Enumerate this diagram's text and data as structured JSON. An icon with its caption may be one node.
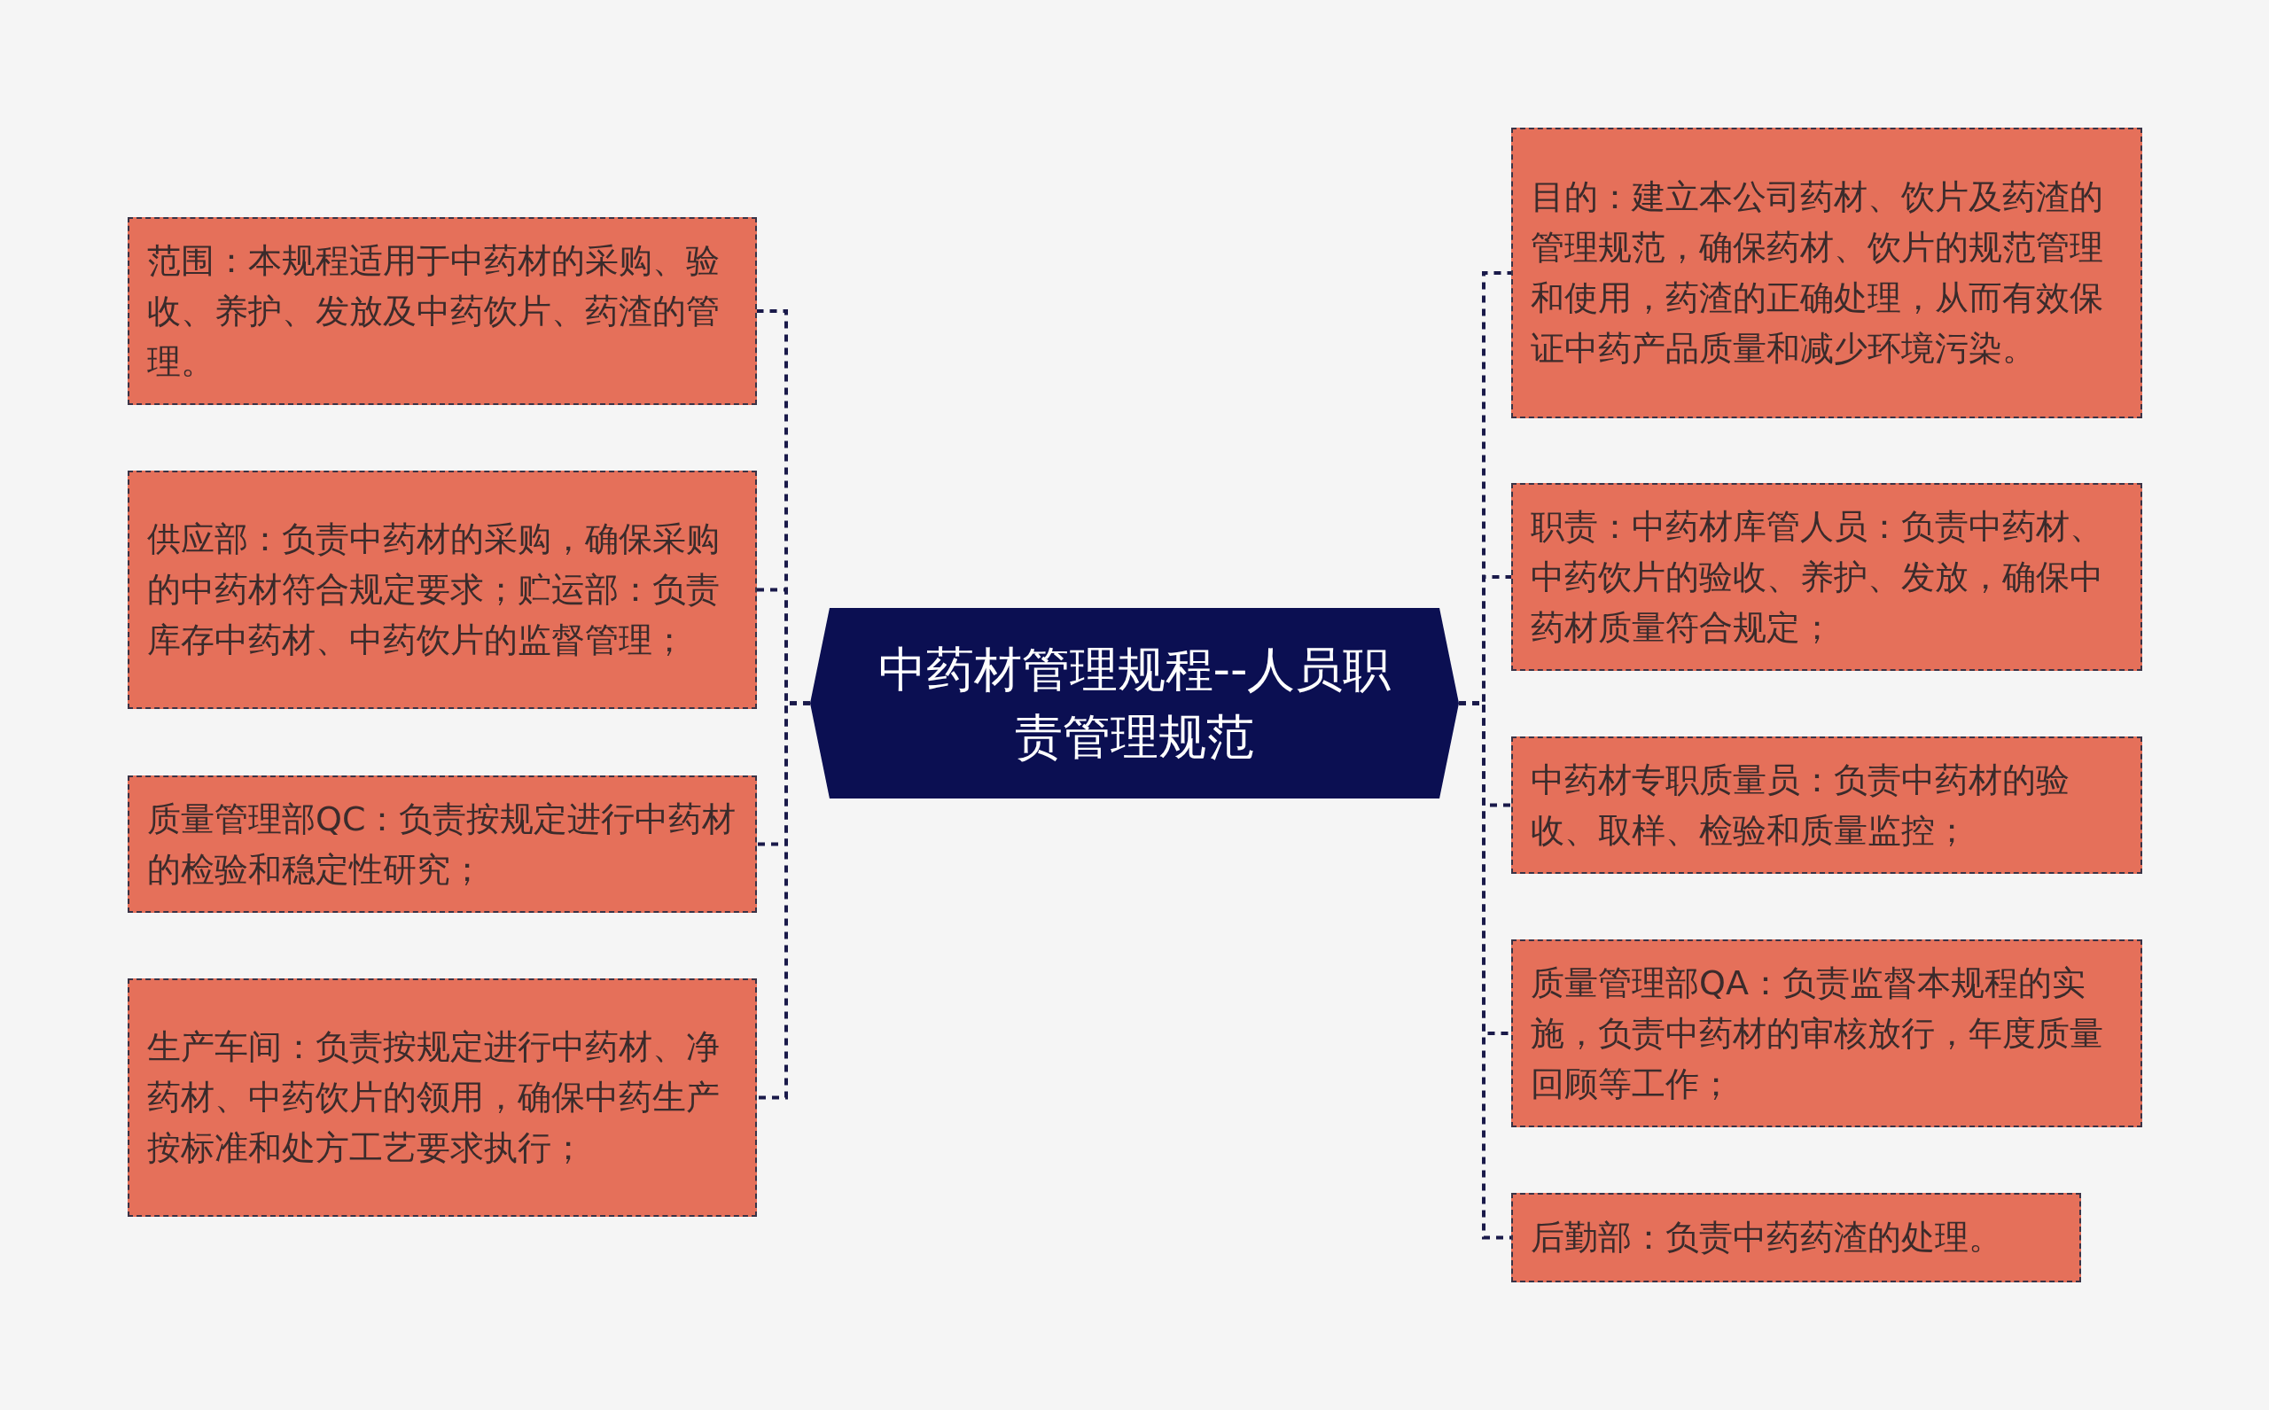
{
  "diagram": {
    "nodes": [
      {
        "text": [
          "中药材管理规程--人员职责管理规范"
        ]
      },
      {
        "text": [
          "范围：本规程适用于中药材的采购、验收、养护、发放及中药饮片、药渣的管理。"
        ]
      },
      {
        "text": [
          "供应部：负责中药材的采购，确保采购的中药材符合规定要求；贮运部：负责库存中药材、中药饮片的监督管理；"
        ]
      },
      {
        "text": [
          "质量管理部QC：负责按规定进行中药材的检验和稳定性研究；"
        ]
      },
      {
        "text": [
          "生产车间：负责按规定进行中药材、净药材、中药饮片的领用，确保中药生产按标准和处方工艺要求执行；"
        ]
      },
      {
        "text": [
          "目的：建立本公司药材、饮片及药渣的管理规范，确保药材、饮片的规范管理和使用，药渣的正确处理，从而有效保证中药产品质量和减少环境污染。"
        ]
      },
      {
        "text": [
          "职责：中药材库管人员：负责中药材、中药饮片的验收、养护、发放，确保中药材质量符合规定；"
        ]
      },
      {
        "text": [
          "中药材专职质量员：负责中药材的验收、取样、检验和质量监控；"
        ]
      },
      {
        "text": [
          "质量管理部QA：负责监督本规程的实施，负责中药材的审核放行，年度质量回顾等工作；"
        ]
      },
      {
        "text": [
          "后勤部：负责中药药渣的处理。"
        ]
      }
    ],
    "edges": [
      {
        "from": 0,
        "to": 1,
        "arrow": "none",
        "style": "dashed"
      },
      {
        "from": 0,
        "to": 2,
        "arrow": "none",
        "style": "dashed"
      },
      {
        "from": 0,
        "to": 3,
        "arrow": "none",
        "style": "dashed"
      },
      {
        "from": 0,
        "to": 4,
        "arrow": "none",
        "style": "dashed"
      },
      {
        "from": 0,
        "to": 5,
        "arrow": "none",
        "style": "dashed"
      },
      {
        "from": 0,
        "to": 6,
        "arrow": "none",
        "style": "dashed"
      },
      {
        "from": 0,
        "to": 7,
        "arrow": "none",
        "style": "dashed"
      },
      {
        "from": 0,
        "to": 8,
        "arrow": "none",
        "style": "dashed"
      },
      {
        "from": 0,
        "to": 9,
        "arrow": "none",
        "style": "dashed"
      }
    ]
  }
}
